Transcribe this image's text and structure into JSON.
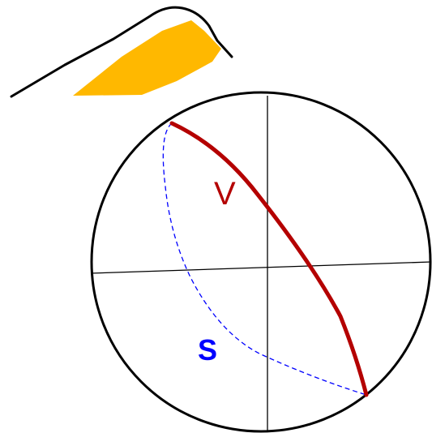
{
  "labels": {
    "v": "V",
    "s": "S"
  },
  "colors": {
    "background": "#ffffff",
    "outline": "#000000",
    "axis": "#000000",
    "shadow_fill": "#ffb800",
    "v_curve": "#b40000",
    "v_label": "#b40000",
    "s_curve": "#0000ff",
    "s_label": "#0000ff"
  },
  "styles": {
    "s_curve": "dashed",
    "v_curve": "solid-thick"
  }
}
